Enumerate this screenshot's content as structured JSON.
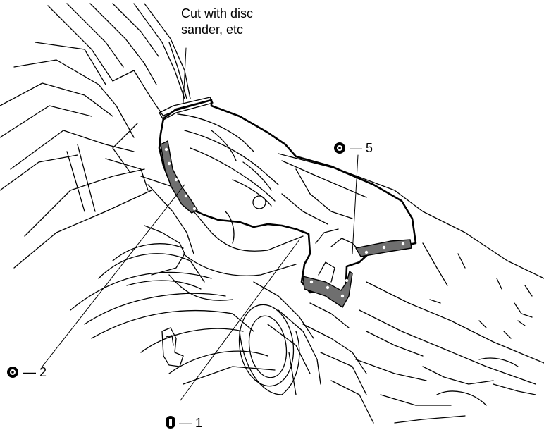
{
  "annotations": {
    "cut_note_line1": "Cut with disc",
    "cut_note_line2": "sander, etc",
    "callout_top": "— 5",
    "callout_left": "— 2",
    "callout_bottom": "— 1"
  },
  "symbols": {
    "top": "spot-weld-circle-icon",
    "left": "spot-weld-circle-icon",
    "bottom": "plug-weld-icon"
  },
  "colors": {
    "line": "#000000",
    "weld_area": "#6f6f6f",
    "background": "#ffffff"
  }
}
